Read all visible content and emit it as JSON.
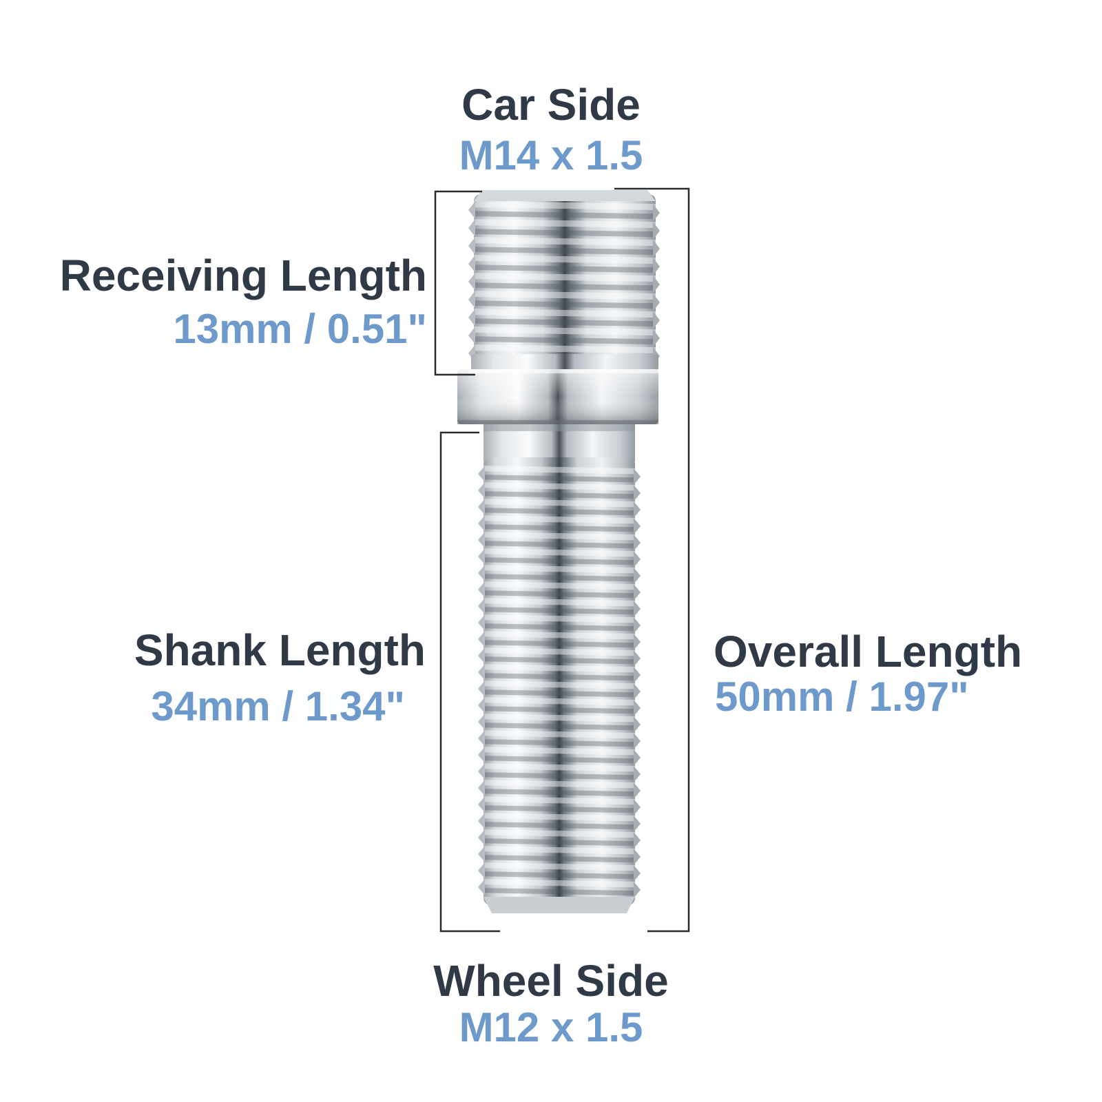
{
  "car_side": {
    "title": "Car Side",
    "thread": "M14 x 1.5"
  },
  "receiving_length": {
    "title": "Receiving Length",
    "value": "13mm / 0.51\""
  },
  "shank_length": {
    "title": "Shank Length",
    "value": "34mm / 1.34\""
  },
  "overall_length": {
    "title": "Overall Length",
    "value": "50mm / 1.97\""
  },
  "wheel_side": {
    "title": "Wheel Side",
    "thread": "M12 x 1.5"
  },
  "colors": {
    "title_text": "#2f3a46",
    "value_text": "#6d9acb",
    "bracket_line": "#2b2b2b",
    "metal_light": "#f4f6f8",
    "metal_mid": "#c9ced3",
    "metal_dark": "#7d858d"
  },
  "product": {
    "icon": "threaded-stud-adapter-icon"
  }
}
